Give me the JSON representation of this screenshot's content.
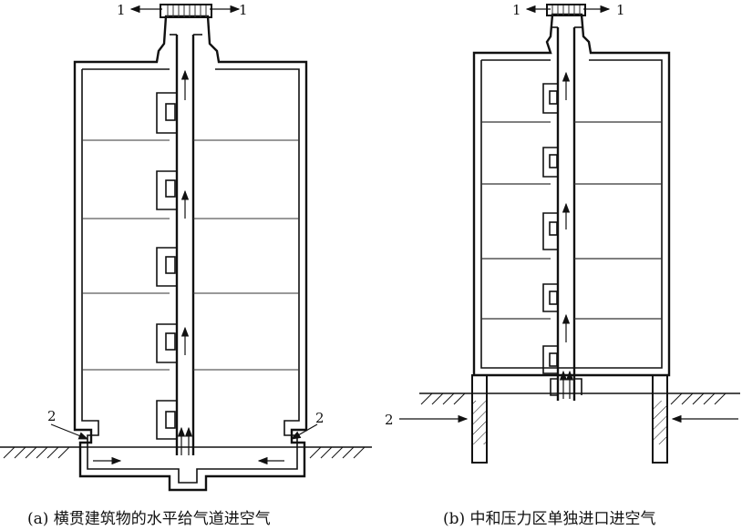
{
  "diagram_a": {
    "labels": {
      "top_left": "1",
      "top_right": "1",
      "bottom_left": "2",
      "bottom_right": "2"
    },
    "caption": "(a) 横贯建筑物的水平给气道进空气"
  },
  "diagram_b": {
    "labels": {
      "top_left": "1",
      "top_right": "1",
      "left": "2"
    },
    "caption": "(b) 中和压力区单独进口进空气"
  }
}
